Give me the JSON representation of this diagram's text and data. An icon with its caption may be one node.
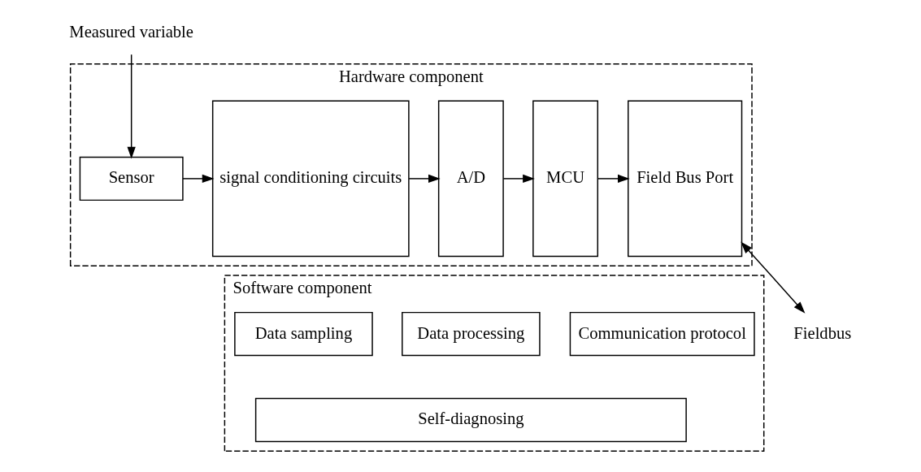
{
  "diagram": {
    "nodes": [
      {
        "text": [
          "Hardware component"
        ]
      },
      {
        "text": [
          "Sensor"
        ],
        "in": 0
      },
      {
        "text": [
          "signal conditioning circuits"
        ],
        "in": 0
      },
      {
        "text": [
          "A/D"
        ],
        "in": 0
      },
      {
        "text": [
          "MCU"
        ],
        "in": 0
      },
      {
        "text": [
          "Field Bus Port"
        ],
        "in": 0
      },
      {
        "text": [
          "Software component"
        ]
      },
      {
        "text": [
          "Data sampling"
        ],
        "in": 6
      },
      {
        "text": [
          "Data processing"
        ],
        "in": 6
      },
      {
        "text": [
          "Communication protocol"
        ],
        "in": 6
      },
      {
        "text": [
          "Self-diagnosing"
        ],
        "in": 6
      },
      {
        "text": [
          "Measured variable"
        ]
      },
      {
        "text": [
          "Fieldbus"
        ]
      }
    ],
    "edges": [
      {
        "from": 11,
        "to": 1,
        "arrow": "to"
      },
      {
        "from": 1,
        "to": 2,
        "arrow": "to"
      },
      {
        "from": 2,
        "to": 3,
        "arrow": "to"
      },
      {
        "from": 3,
        "to": 4,
        "arrow": "to"
      },
      {
        "from": 4,
        "to": 5,
        "arrow": "to"
      },
      {
        "from": 5,
        "to": 12,
        "arrow": "both"
      }
    ]
  }
}
